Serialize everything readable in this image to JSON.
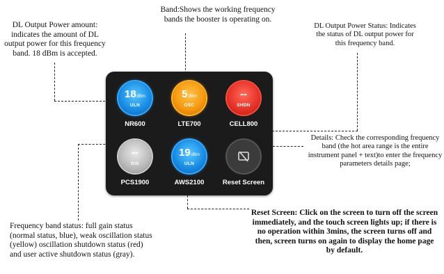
{
  "annotations": {
    "power_amount": "DL Output Power amount: indicates the amount of DL output power for this frequency band. 18 dBm is accepted.",
    "band": "Band:Shows the working frequency bands the booster is operating on.",
    "power_status": "DL Output Power Status: Indicates the status of DL output power for this frequency band.",
    "details": "Details: Check the corresponding frequency band (the hot area range is the entire instrument panel + text)to enter the frequency parameters details page;",
    "band_status": "Frequency band status: full gain status (normal status, blue), weak oscillation status (yellow) oscillation shutdown status (red) and user active shutdown status (gray).",
    "reset": "Reset Screen: Click on the screen to turn off the screen immediately, and the touch screen lights up; if there is no operation within 3mins, the screen turns off and then, screen turns on again to display the home page by default."
  },
  "tiles": [
    {
      "label": "NR600",
      "value": "18",
      "unit": "dBm",
      "status": "ULN",
      "color": "#1a8fe6"
    },
    {
      "label": "LTE700",
      "value": "5",
      "unit": "dBm",
      "status": "OSC",
      "color": "#f59a10"
    },
    {
      "label": "CELL800",
      "value": "--",
      "unit": "",
      "status": "SHDN",
      "color": "#e8352b"
    },
    {
      "label": "PCS1900",
      "value": "--",
      "unit": "",
      "status": "DIS",
      "color": "#bcbcbc"
    },
    {
      "label": "AWS2100",
      "value": "19",
      "unit": "dBm",
      "status": "ULN",
      "color": "#1a8fe6"
    },
    {
      "label": "Reset Screen",
      "icon": "screen-off-icon"
    }
  ]
}
